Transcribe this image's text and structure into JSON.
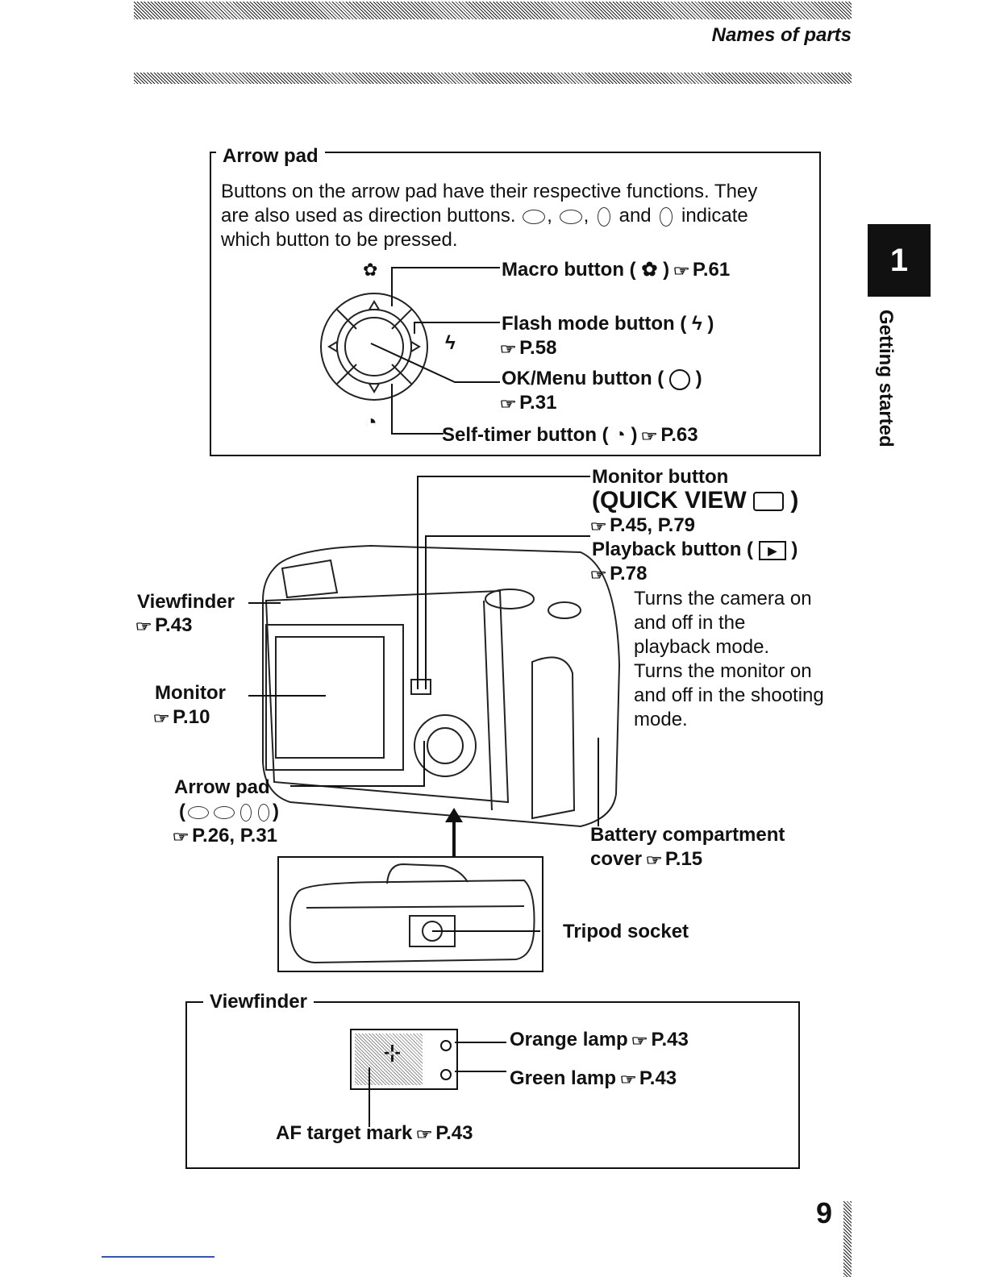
{
  "header": {
    "section_title": "Names of parts"
  },
  "side_tab": {
    "chapter_number": "1",
    "chapter_title": "Getting started"
  },
  "arrow_pad_box": {
    "title": "Arrow pad",
    "description_line1": "Buttons on the arrow pad have their respective functions. They",
    "description_line2": "are also used as direction buttons.",
    "description_and": "and",
    "description_indicate": "indicate",
    "description_line3": "which button to be pressed.",
    "macro_label": "Macro button (",
    "macro_ref": "P.61",
    "flash_label": "Flash mode button (",
    "flash_ref": "P.58",
    "ok_label": "OK/Menu button (",
    "ok_ref": "P.31",
    "selftimer_label": "Self-timer button (",
    "selftimer_ref": "P.63",
    "close_paren": ")",
    "separator": ","
  },
  "camera": {
    "monitor_button_label": "Monitor button",
    "quick_view_label": "(QUICK VIEW",
    "monitor_button_ref": "P.45, P.79",
    "playback_label": "Playback button (",
    "playback_ref": "P.78",
    "playback_desc": [
      "Turns the camera on",
      "and off in the",
      "playback mode.",
      "Turns the monitor on",
      "and off in the shooting",
      "mode."
    ],
    "viewfinder_label": "Viewfinder",
    "viewfinder_ref": "P.43",
    "monitor_label": "Monitor",
    "monitor_ref": "P.10",
    "arrow_pad_label": "Arrow pad",
    "arrow_pad_ref": "P.26, P.31",
    "battery_label_line1": "Battery compartment",
    "battery_label_line2": "cover",
    "battery_ref": "P.15",
    "tripod_label": "Tripod socket",
    "close_paren": ")"
  },
  "viewfinder_box": {
    "title": "Viewfinder",
    "orange_label": "Orange lamp",
    "orange_ref": "P.43",
    "green_label": "Green lamp",
    "green_ref": "P.43",
    "af_label": "AF target mark",
    "af_ref": "P.43"
  },
  "footer": {
    "page_number": "9"
  },
  "icons": {
    "reference": "pointing-hand-icon"
  }
}
